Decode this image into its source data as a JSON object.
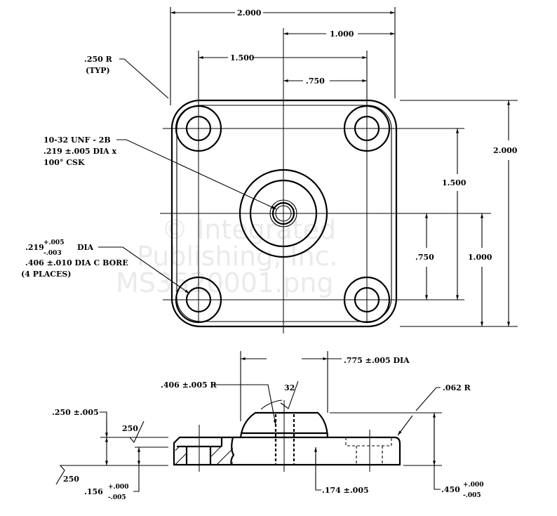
{
  "top_view": {
    "dim_overall_width": "2.000",
    "dim_center_to_edge": "1.000",
    "dim_hole_spacing_x": "1.500",
    "dim_center_to_hole_x": ".750",
    "dim_overall_height": "2.000",
    "dim_hole_spacing_y": "1.500",
    "dim_center_to_edge_y": "1.000",
    "dim_center_to_hole_y": ".750",
    "corner_radius_note": [
      ".250 R",
      "(TYP)"
    ],
    "thread_note": [
      "10-32 UNF - 2B",
      ".219 ±.005 DIA x",
      "100° CSK"
    ],
    "hole_note": {
      "base": ".219",
      "tol_plus": "+.005",
      "tol_minus": "-.003",
      "suffix": "DIA",
      "line2": ".406 ±.010 DIA C BORE",
      "line3": "(4 PLACES)"
    }
  },
  "side_view": {
    "dome_dia": ".775 ±.005 DIA",
    "dome_radius": ".406 ±.005 R",
    "finish_dome": "32",
    "edge_radius": ".062 R",
    "plate_thickness": ".250 ±.005",
    "finish_top": "250",
    "finish_bottom": "250",
    "cbore_depth": {
      "base": ".156",
      "tol_plus": "+.000",
      "tol_minus": "-.005"
    },
    "step_height": ".174 ±.005",
    "overall_height": {
      "base": ".450",
      "tol_plus": "+.000",
      "tol_minus": "-.005"
    }
  },
  "watermark": [
    "© Integrated",
    "Publishing, Inc.",
    "MS3520001.png"
  ]
}
